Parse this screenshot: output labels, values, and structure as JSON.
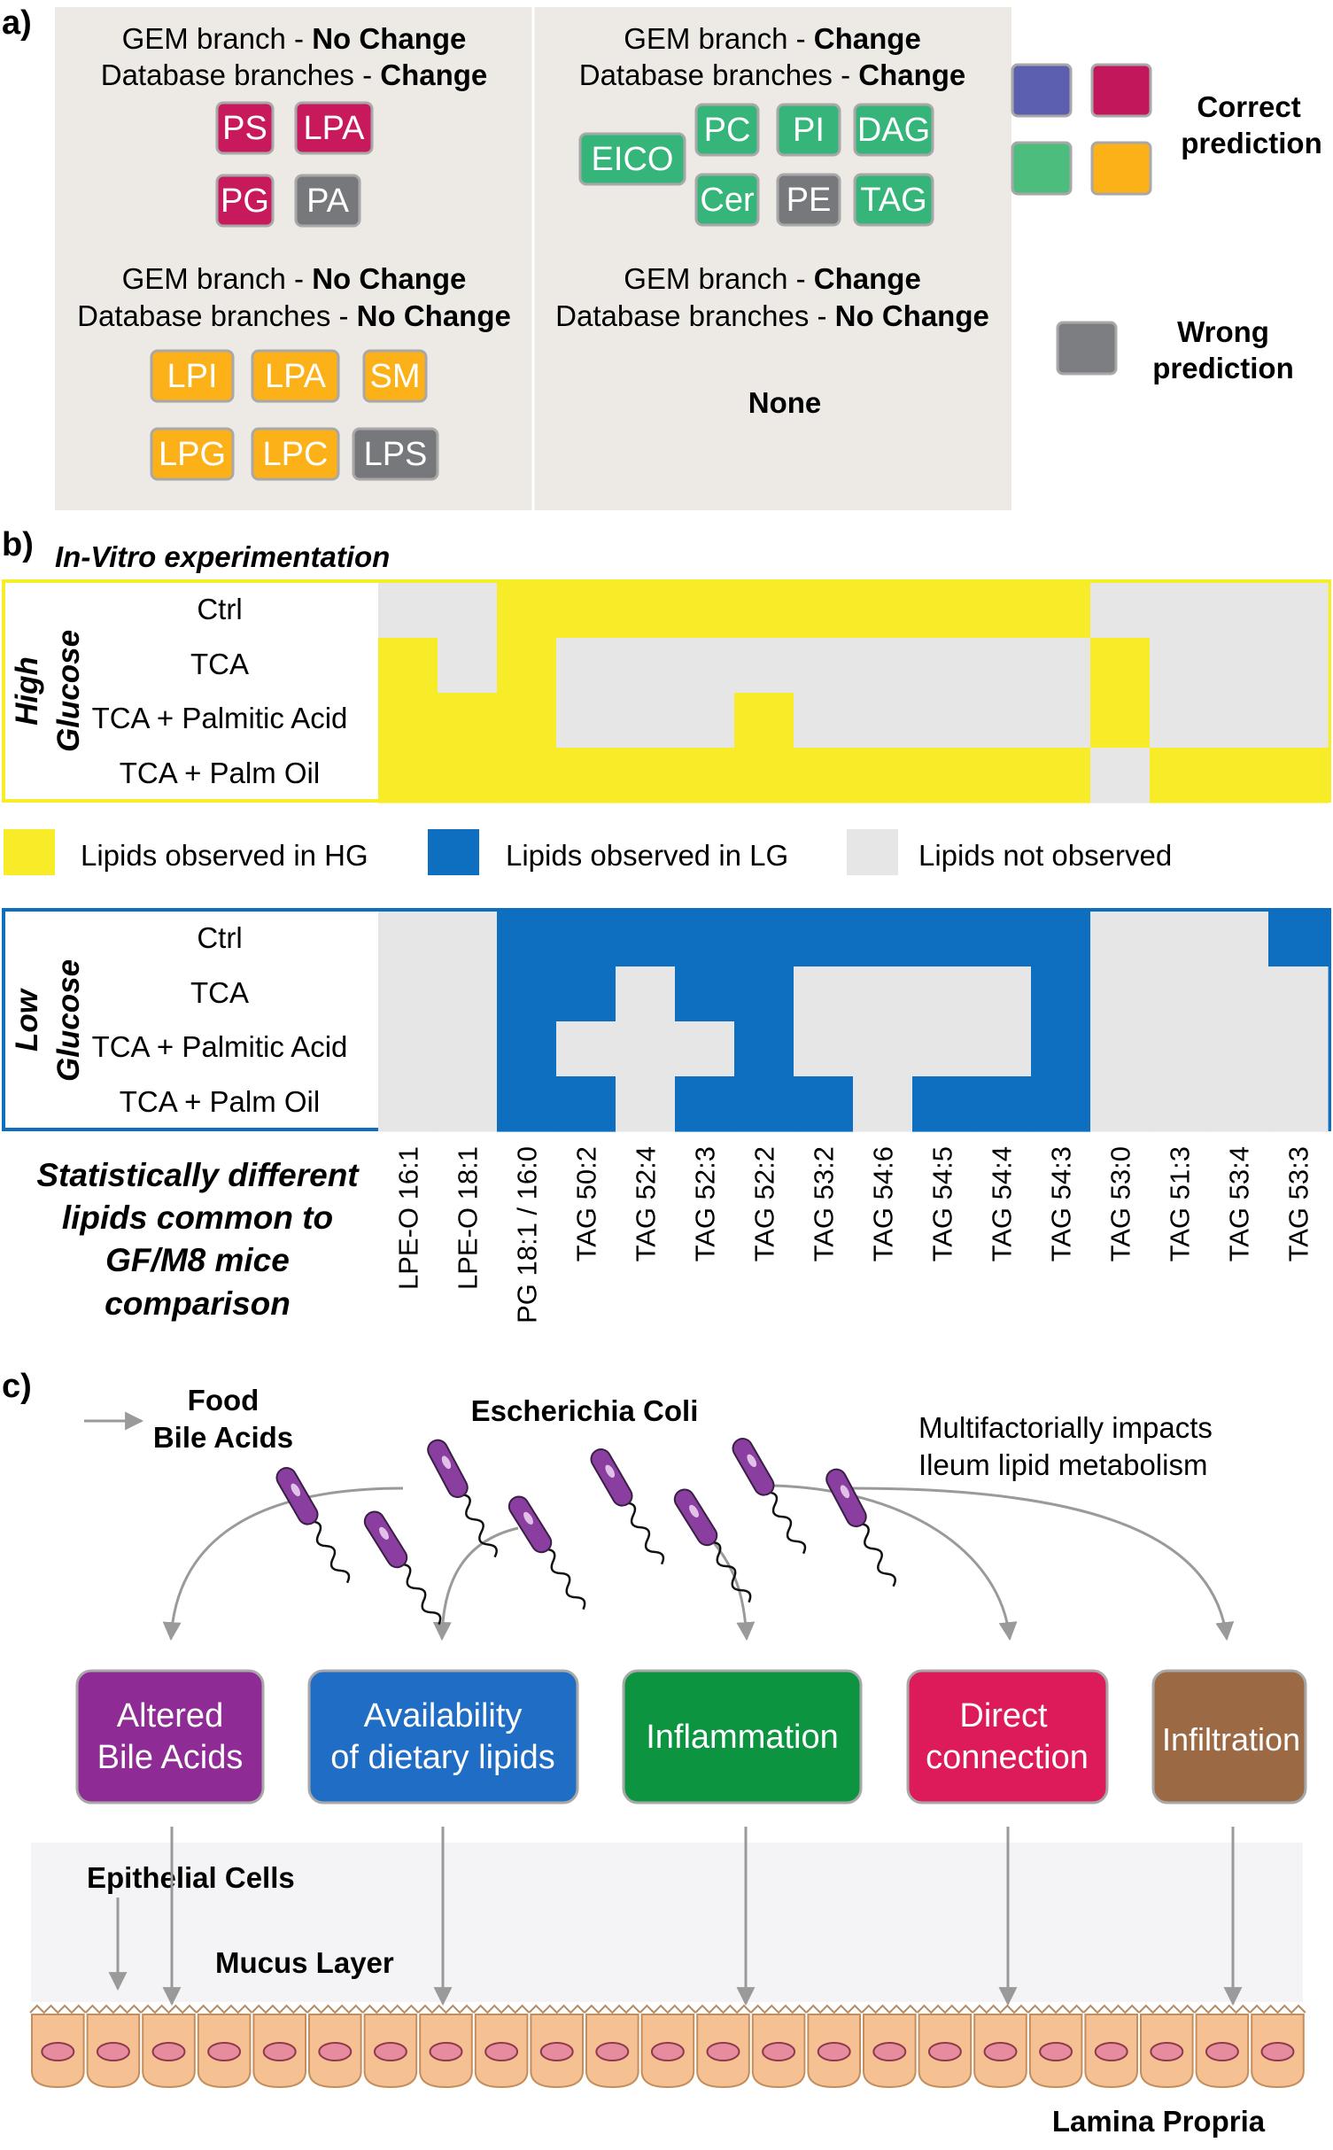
{
  "panel_a": {
    "label": "a)",
    "quadrants": [
      {
        "gem_prefix": "GEM branch - ",
        "gem_value": "No Change",
        "db_prefix": "Database branches - ",
        "db_value": "Change",
        "lipids": [
          {
            "name": "PS",
            "status": "correct"
          },
          {
            "name": "LPA",
            "status": "correct"
          },
          {
            "name": "PG",
            "status": "correct"
          },
          {
            "name": "PA",
            "status": "wrong"
          }
        ]
      },
      {
        "gem_prefix": "GEM branch - ",
        "gem_value": "Change",
        "db_prefix": "Database branches - ",
        "db_value": "Change",
        "lipids": [
          {
            "name": "EICO",
            "status": "correct"
          },
          {
            "name": "PC",
            "status": "correct"
          },
          {
            "name": "PI",
            "status": "correct"
          },
          {
            "name": "DAG",
            "status": "correct"
          },
          {
            "name": "Cer",
            "status": "correct"
          },
          {
            "name": "PE",
            "status": "wrong"
          },
          {
            "name": "TAG",
            "status": "correct"
          }
        ]
      },
      {
        "gem_prefix": "GEM branch - ",
        "gem_value": "No Change",
        "db_prefix": "Database branches - ",
        "db_value": "No Change",
        "lipids": [
          {
            "name": "LPI",
            "status": "correct"
          },
          {
            "name": "LPA",
            "status": "correct"
          },
          {
            "name": "SM",
            "status": "correct"
          },
          {
            "name": "LPG",
            "status": "correct"
          },
          {
            "name": "LPC",
            "status": "correct"
          },
          {
            "name": "LPS",
            "status": "wrong"
          }
        ]
      },
      {
        "gem_prefix": "GEM branch - ",
        "gem_value": "Change",
        "db_prefix": "Database branches - ",
        "db_value": "No Change",
        "none_label": "None",
        "lipids": []
      }
    ],
    "legend": {
      "correct_line1": "Correct",
      "correct_line2": "prediction",
      "wrong_line1": "Wrong",
      "wrong_line2": "prediction",
      "correct_colors": [
        "#5b5fae",
        "#c2185b",
        "#4dbd7e",
        "#fbb117"
      ],
      "wrong_color": "#7d7e82"
    },
    "colors": {
      "magenta": "#c8195c",
      "green": "#36b57a",
      "orange": "#fbb117",
      "gray": "#77787c",
      "panel_bg": "#ede9e5"
    }
  },
  "panel_b": {
    "label": "b)",
    "title": "In-Vitro experimentation",
    "conditions": [
      "Ctrl",
      "TCA",
      "TCA + Palmitic Acid",
      "TCA + Palm Oil"
    ],
    "high": {
      "label1": "High",
      "label2": "Glucose"
    },
    "low": {
      "label1": "Low",
      "label2": "Glucose"
    },
    "lipids": [
      "LPE-O 16:1",
      "LPE-O 18:1",
      "PG 18:1 / 16:0",
      "TAG 50:2",
      "TAG 52:4",
      "TAG 52:3",
      "TAG 52:2",
      "TAG 53:2",
      "TAG 54:6",
      "TAG 54:5",
      "TAG 54:4",
      "TAG 54:3",
      "TAG 53:0",
      "TAG 51:3",
      "TAG 53:4",
      "TAG 53:3"
    ],
    "high_matrix": [
      [
        0,
        0,
        1,
        1,
        1,
        1,
        1,
        1,
        1,
        1,
        1,
        1,
        0,
        0,
        0,
        0
      ],
      [
        1,
        0,
        1,
        0,
        0,
        0,
        0,
        0,
        0,
        0,
        0,
        0,
        1,
        0,
        0,
        0
      ],
      [
        1,
        1,
        1,
        0,
        0,
        0,
        1,
        0,
        0,
        0,
        0,
        0,
        1,
        0,
        0,
        0
      ],
      [
        1,
        1,
        1,
        1,
        1,
        1,
        1,
        1,
        1,
        1,
        1,
        1,
        0,
        1,
        1,
        1
      ]
    ],
    "low_matrix": [
      [
        0,
        0,
        1,
        1,
        1,
        1,
        1,
        1,
        1,
        1,
        1,
        1,
        0,
        0,
        0,
        1
      ],
      [
        0,
        0,
        1,
        1,
        0,
        1,
        1,
        0,
        0,
        0,
        0,
        1,
        0,
        0,
        0,
        0
      ],
      [
        0,
        0,
        1,
        0,
        0,
        0,
        1,
        0,
        0,
        0,
        0,
        1,
        0,
        0,
        0,
        0
      ],
      [
        0,
        0,
        1,
        1,
        0,
        1,
        1,
        1,
        0,
        1,
        1,
        1,
        0,
        0,
        0,
        0
      ]
    ],
    "legend": {
      "hg": "Lipids observed in HG",
      "lg": "Lipids observed in LG",
      "none": "Lipids not observed"
    },
    "colors": {
      "yellow": "#f8ec29",
      "blue": "#0e6fc0",
      "gray": "#e6e6e6"
    },
    "side_text": [
      "Statistically different",
      "lipids common to",
      "GF/M8 mice",
      "comparison"
    ]
  },
  "panel_c": {
    "label": "c)",
    "food_line1": "Food",
    "food_line2": "Bile Acids",
    "ecoli": "Escherichia Coli",
    "multi_line1": "Multifactorially impacts",
    "multi_line2": "Ileum lipid metabolism",
    "boxes": [
      {
        "line1": "Altered",
        "line2": "Bile Acids",
        "color": "#8e2b94"
      },
      {
        "line1": "Availability",
        "line2": "of dietary lipids",
        "color": "#1f6dc4"
      },
      {
        "line1": "Inflammation",
        "line2": "",
        "color": "#0c9441"
      },
      {
        "line1": "Direct",
        "line2": "connection",
        "color": "#dd1a5a"
      },
      {
        "line1": "Infiltration",
        "line2": "",
        "color": "#9b6a44"
      }
    ],
    "epithelial": "Epithelial Cells",
    "mucus": "Mucus Layer",
    "lamina": "Lamina Propria",
    "colors": {
      "bacteria": "#8a3fa0",
      "cell": "#f6c192",
      "nucleus": "#e78b9e",
      "arrow": "#9a9a9a"
    }
  }
}
